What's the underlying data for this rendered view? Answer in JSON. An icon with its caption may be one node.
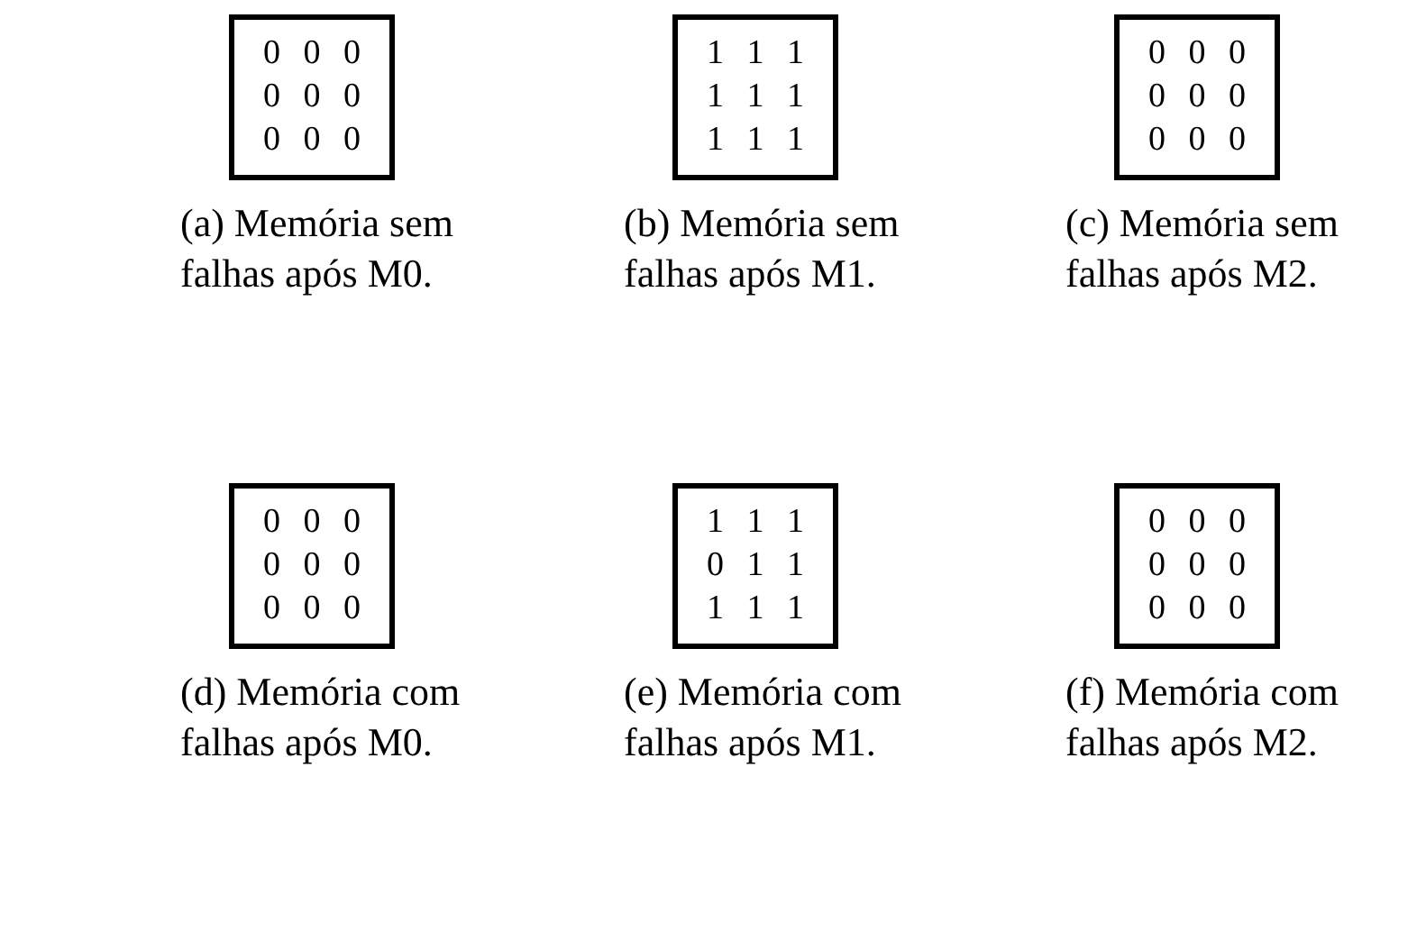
{
  "diagram": {
    "nodes": [
      {
        "text": [
          "0 0 0",
          "0 0 0",
          "0 0 0"
        ],
        "beside": [
          "(a) Memória sem falhas após M0."
        ]
      },
      {
        "text": [
          "1 1 1",
          "1 1 1",
          "1 1 1"
        ],
        "beside": [
          "(b) Memória sem falhas após M1."
        ]
      },
      {
        "text": [
          "0 0 0",
          "0 0 0",
          "0 0 0"
        ],
        "beside": [
          "(c) Memória sem falhas após M2."
        ]
      },
      {
        "text": [
          "0 0 0",
          "0 0 0",
          "0 0 0"
        ],
        "beside": [
          "(d) Memória com falhas após M0."
        ]
      },
      {
        "text": [
          "1 1 1",
          "0 1 1",
          "1 1 1"
        ],
        "beside": [
          "(e) Memória com falhas após M1."
        ]
      },
      {
        "text": [
          "0 0 0",
          "0 0 0",
          "0 0 0"
        ],
        "beside": [
          "(f) Memória com falhas após M2."
        ]
      }
    ]
  }
}
